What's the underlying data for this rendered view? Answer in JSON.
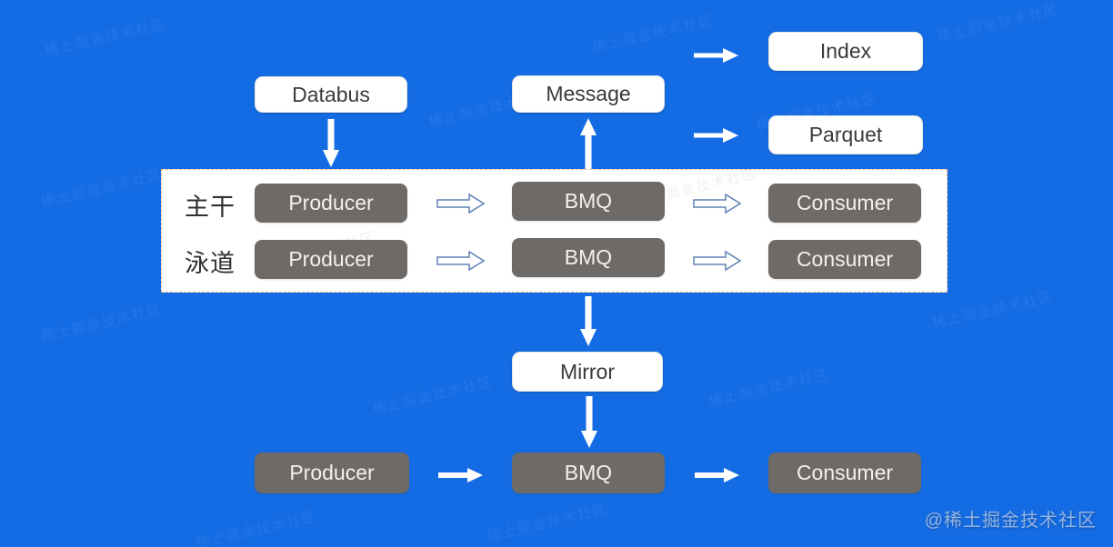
{
  "colors": {
    "background_blue": "#146CE4",
    "node_gray": "#6E6A67",
    "node_white": "#FFFFFF",
    "text_dark": "#3A3A3A",
    "text_light": "#F4F1EB",
    "band_dashed_border": "#E98F54",
    "outline_arrow_stroke": "#5E81B5"
  },
  "nodes": {
    "databus": "Databus",
    "message": "Message",
    "index": "Index",
    "parquet": "Parquet",
    "mirror": "Mirror"
  },
  "band": {
    "rows": [
      {
        "label": "主干",
        "producer": "Producer",
        "queue": "BMQ",
        "consumer": "Consumer"
      },
      {
        "label": "泳道",
        "producer": "Producer",
        "queue": "BMQ",
        "consumer": "Consumer"
      }
    ]
  },
  "bottom_row": {
    "producer": "Producer",
    "queue": "BMQ",
    "consumer": "Consumer"
  },
  "watermark": {
    "corner": "@稀土掘金技术社区",
    "tile": "稀土掘金技术社区"
  }
}
